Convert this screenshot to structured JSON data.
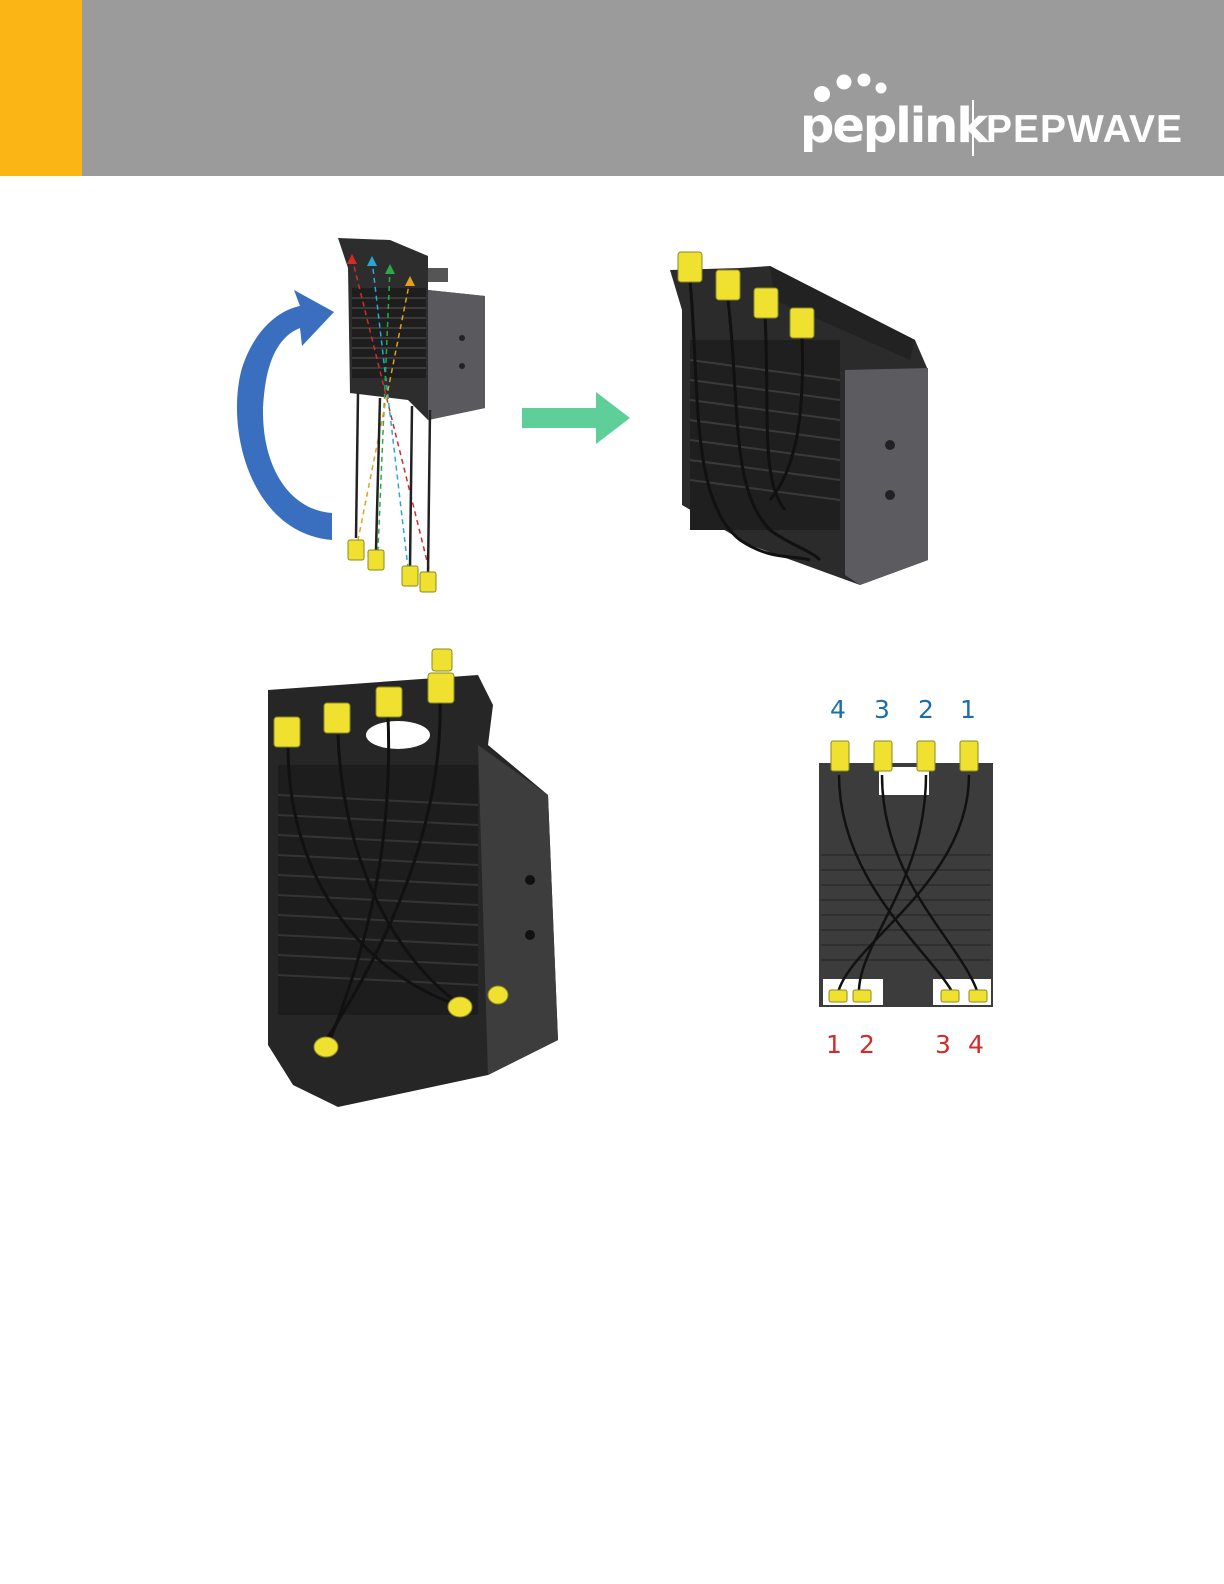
{
  "header": {
    "brand_primary": "peplink",
    "brand_secondary": "PEPWAVE",
    "accent_color": "#fbb616",
    "bar_color": "#9b9b9b"
  },
  "figures": {
    "top_ports": [
      "4",
      "3",
      "2",
      "1"
    ],
    "bottom_ports": [
      "1",
      "2",
      "3",
      "4"
    ],
    "top_port_color": "#1b6ea8",
    "bottom_port_color": "#d42a2a",
    "connector_color": "#f0e030",
    "curved_arrow_color": "#3a6fc0",
    "right_arrow_color": "#5fcf9a"
  }
}
